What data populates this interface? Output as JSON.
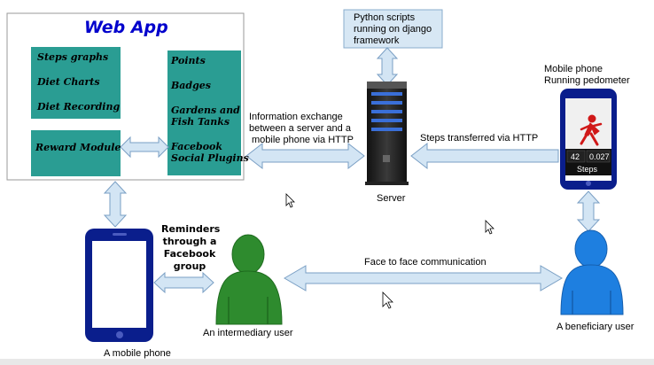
{
  "web_app": {
    "title": "Web App",
    "left_modules": [
      "Steps graphs",
      "Diet Charts",
      "Diet Recording"
    ],
    "reward_module": "Reward Module",
    "right_modules": [
      "Points",
      "Badges",
      "Gardens and",
      "Fish Tanks",
      "Facebook",
      "Social Plugins"
    ]
  },
  "python_box": {
    "lines": [
      "Python scripts",
      "running on django",
      "framework"
    ]
  },
  "labels": {
    "info_exchange": [
      "Information exchange",
      "between a server and a",
      "mobile phone via HTTP"
    ],
    "steps_transferred": "Steps transferred via HTTP",
    "server": "Server",
    "phone_title": [
      "Mobile phone",
      "Running  pedometer"
    ],
    "reminders": [
      "Reminders",
      "through a",
      "Facebook",
      "group"
    ],
    "face_to_face": "Face to face communication",
    "intermediary_user": "An intermediary user",
    "beneficiary_user": "A beneficiary user",
    "mobile_phone": "A mobile phone"
  },
  "pedometer": {
    "value_left": "42",
    "value_right": "0.027",
    "caption": "Steps"
  },
  "colors": {
    "teal": "#2a9d93",
    "blue_title": "#0000cc",
    "arrow_fill": "#d3e5f4",
    "arrow_stroke": "#7a9fc4",
    "python_box": "#d7e7f4",
    "green_user": "#2e8b2e",
    "blue_user": "#1e7fe0",
    "phone_navy": "#0a1e8c"
  }
}
